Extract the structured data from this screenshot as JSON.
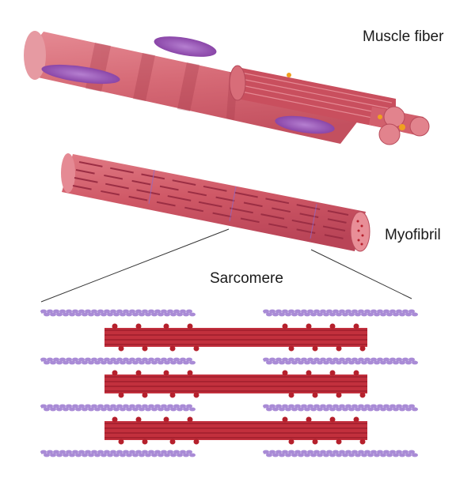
{
  "labels": {
    "muscle_fiber": "Muscle fiber",
    "myofibril": "Myofibril",
    "sarcomere": "Sarcomere"
  },
  "colors": {
    "fiber_pink": "#d9737f",
    "fiber_dark": "#b84a5a",
    "nucleus_purple": "#9b5ab8",
    "myofibril_red": "#c9505e",
    "thick_filament": "#b5202c",
    "actin_purple": "#a98bd6",
    "accent_orange": "#f0a020"
  }
}
